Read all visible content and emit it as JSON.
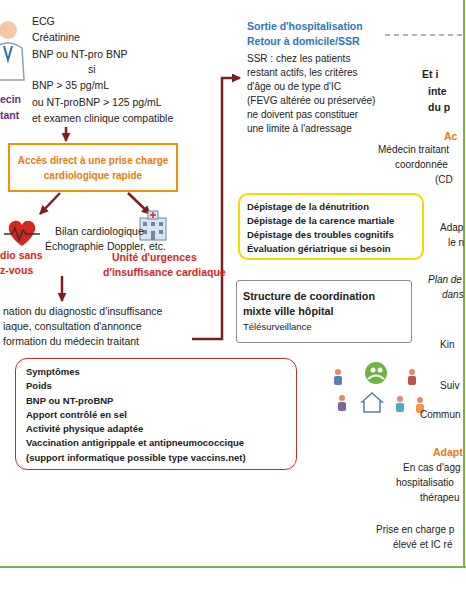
{
  "diagram": {
    "nodes": [
      {
        "text": [
          "Accès direct à une prise charge cardiologique rapide"
        ]
      },
      {
        "text": [
          "Dépistage de la dénutrition",
          "Dépistage de la carence martiale",
          "Dépistage des troubles cognitifs",
          "Évaluation gériatrique si besoin"
        ]
      },
      {
        "text": [
          "Structure de coordination mixte ville hôpital",
          "Télésurveillance"
        ]
      },
      {
        "text": [
          "Symptômes",
          "Poids",
          "BNP ou NT-proBNP",
          "Apport contrôlé en sel",
          "Activité physique adaptée",
          "Vaccination antigrippale et antipneumococcique",
          "(support informatique possible type vaccins.net)"
        ]
      }
    ],
    "labels": [
      "ECG",
      "Créatinine",
      "BNP ou NT-pro BNP",
      "si",
      "BNP > 35 pg/mL",
      "ou NT-proBNP > 125 pg/mL",
      "et examen clinique compatible",
      "ecin",
      "tant",
      "Sortie d'hospitalisation",
      "Retour à domicile/SSR",
      "SSR : chez les patients",
      "restant actifs, les critères",
      "d'âge ou de type d'IC",
      "(FEVG altérée ou préservée)",
      "ne doivent pas constituer",
      "une limite à l'adressage",
      "Et i",
      "inte",
      "du p",
      "Ac",
      "Médecin traitant",
      "coordonnée",
      "(CD",
      "Bilan cardiologique",
      "Échographie Doppler, etc.",
      "dio sans",
      "z-vous",
      "Unité d'urgences",
      "d'insuffisance cardiaque",
      "Adap",
      "le n",
      "Plan de",
      "dans",
      "nation du diagnostic d'insuffisance",
      "iaque, consultation d'annonce",
      "formation du médecin traitant",
      "Kin",
      "Suiv",
      "Commun",
      "Adapt",
      "En cas d'agg",
      "hospitalisatio",
      "thérapeu",
      "Prise en charge p",
      "élevé et IC ré"
    ]
  }
}
